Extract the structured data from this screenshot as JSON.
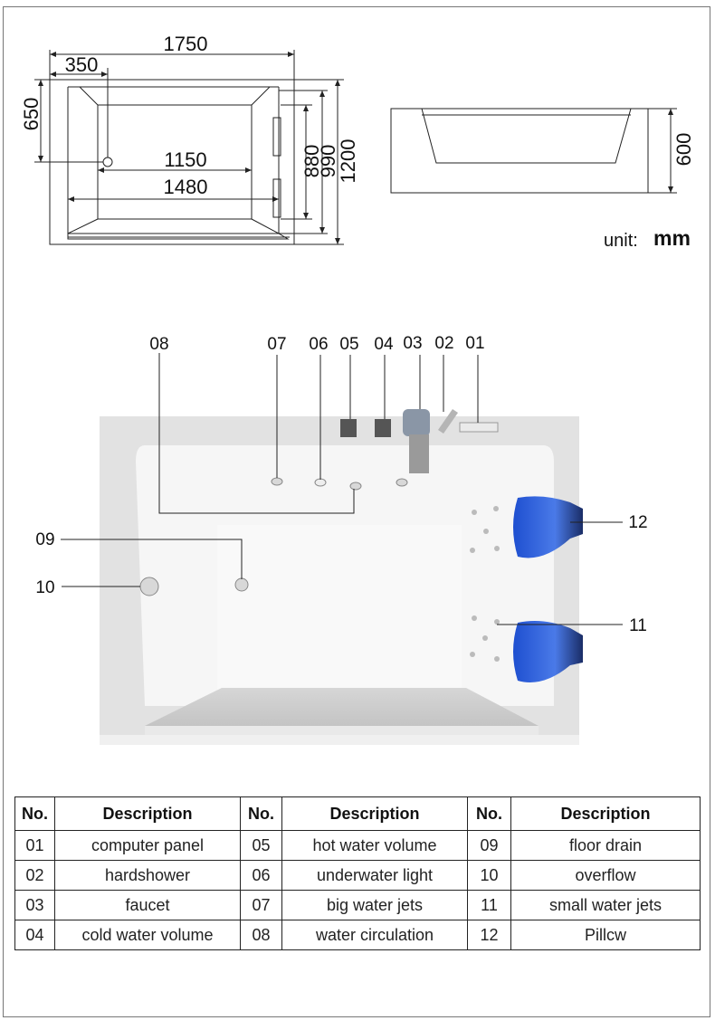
{
  "drawing": {
    "dimensions": {
      "overall_length": "1750",
      "drain_offset_x": "350",
      "drain_offset_y": "650",
      "inner_length_top": "1150",
      "inner_length_bottom": "1480",
      "inner_width": "880",
      "mid_width": "990",
      "overall_width": "1200",
      "height": "600"
    },
    "unit_label": "unit:",
    "unit_value": "mm"
  },
  "callouts": {
    "c01": "01",
    "c02": "02",
    "c03": "03",
    "c04": "04",
    "c05": "05",
    "c06": "06",
    "c07": "07",
    "c08": "08",
    "c09": "09",
    "c10": "10",
    "c11": "11",
    "c12": "12"
  },
  "table": {
    "headers": {
      "no": "No.",
      "description": "Description"
    },
    "rows": [
      [
        {
          "no": "01",
          "desc": "computer panel"
        },
        {
          "no": "05",
          "desc": "hot water volume"
        },
        {
          "no": "09",
          "desc": "floor drain"
        }
      ],
      [
        {
          "no": "02",
          "desc": "hardshower"
        },
        {
          "no": "06",
          "desc": "underwater light"
        },
        {
          "no": "10",
          "desc": "overflow"
        }
      ],
      [
        {
          "no": "03",
          "desc": "faucet"
        },
        {
          "no": "07",
          "desc": "big water jets"
        },
        {
          "no": "11",
          "desc": "small water jets"
        }
      ],
      [
        {
          "no": "04",
          "desc": "cold water volume"
        },
        {
          "no": "08",
          "desc": "water circulation"
        },
        {
          "no": "12",
          "desc": "Pillcw"
        }
      ]
    ]
  },
  "colors": {
    "line": "#222222",
    "pillow_blue": "#2f5fd6",
    "tub_white": "#f4f4f4",
    "rim_gray": "#dcdcdc"
  }
}
